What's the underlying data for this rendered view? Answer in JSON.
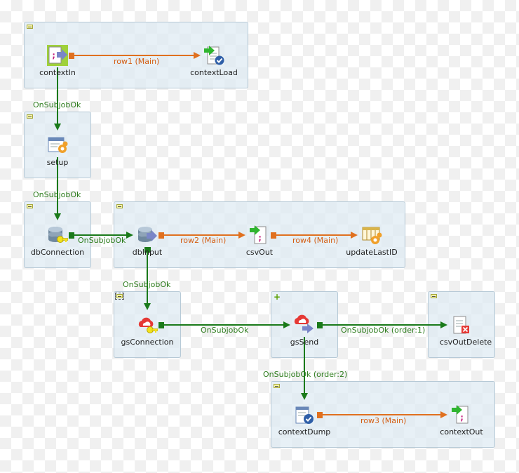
{
  "components": {
    "contextIn": "contextIn",
    "contextLoad": "contextLoad",
    "setup": "setup",
    "dbConnection": "dbConnection",
    "dbInput": "dbInput",
    "csvOut": "csvOut",
    "updateLastID": "updateLastID",
    "gsConnection": "gsConnection",
    "gsSend": "gsSend",
    "csvOutDelete": "csvOutDelete",
    "contextDump": "contextDump",
    "contextOut": "contextOut"
  },
  "links": {
    "row1": "row1 (Main)",
    "row2": "row2 (Main)",
    "row3": "row3 (Main)",
    "row4": "row4 (Main)",
    "onSubjobOk_1": "OnSubjobOk",
    "onSubjobOk_2": "OnSubjobOk",
    "onSubjobOk_3": "OnSubjobOk",
    "onSubjobOk_4": "OnSubjobOk",
    "onSubjobOk_5": "OnSubjobOk",
    "onSubjobOk_order1": "OnSubjobOk (order:1)",
    "onSubjobOk_order2": "OnSubjobOk (order:2)"
  },
  "colors": {
    "main_link": "#e0701f",
    "trigger_link": "#1a7a1a",
    "subjob_bg": "#deeaf2"
  },
  "icons": {
    "contextIn": "context-in-icon",
    "contextLoad": "context-load-icon",
    "setup": "java-setup-icon",
    "dbConnection": "db-connection-icon",
    "dbInput": "db-input-icon",
    "csvOut": "csv-out-icon",
    "updateLastID": "java-flex-icon",
    "gsConnection": "gs-connection-icon",
    "gsSend": "gs-send-icon",
    "csvOutDelete": "file-delete-icon",
    "contextDump": "context-dump-icon",
    "contextOut": "context-out-icon"
  }
}
